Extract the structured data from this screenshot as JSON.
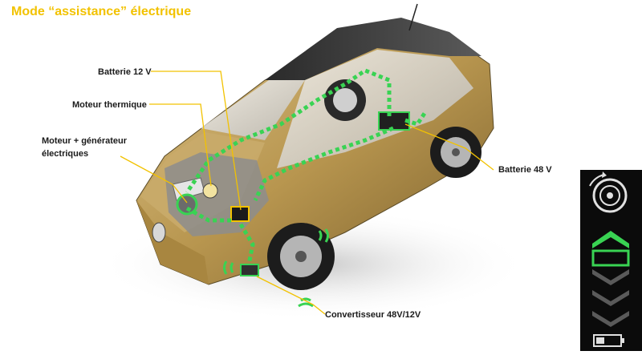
{
  "title": "Mode “assistance” électrique",
  "labels": {
    "battery_12v": "Batterie 12 V",
    "thermal_engine": "Moteur thermique",
    "motor_generator_line1": "Moteur + générateur",
    "motor_generator_line2": "électriques",
    "battery_48v": "Batterie 48 V",
    "converter": "Convertisseur 48V/12V"
  },
  "panel": {
    "icons": [
      "wheel-icon",
      "chevron-up-icon",
      "chevron-down-icon",
      "battery-icon"
    ],
    "active_color": "#39d353",
    "inactive_color": "#5a5a5a"
  },
  "colors": {
    "accent": "#f2c200",
    "energy_flow": "#39d353",
    "car_body": "#b8964f",
    "roof": "#3a3a3a"
  }
}
